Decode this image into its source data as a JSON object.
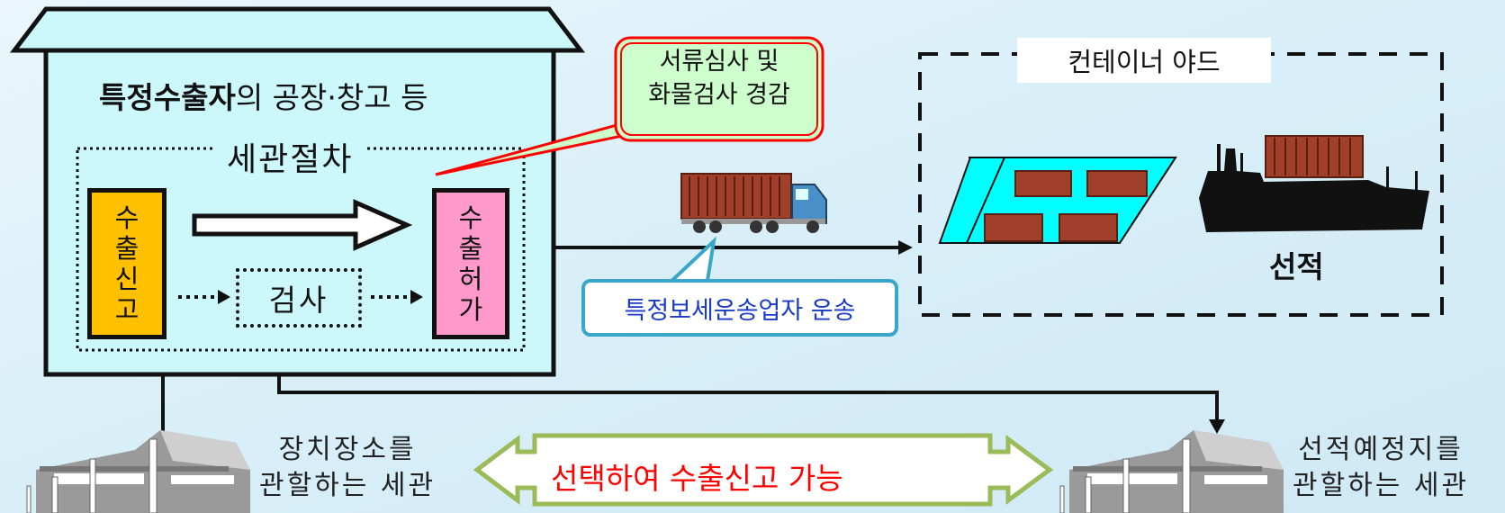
{
  "factory": {
    "title_bold": "특정수출자",
    "title_rest": "의 공장·창고 등"
  },
  "customs_procedure": {
    "label": "세관절차",
    "export_declaration": "수출신고",
    "inspection": "검사",
    "export_permit": "수출허가"
  },
  "callout": {
    "line1": "서류심사 및",
    "line2": "화물검사 경감"
  },
  "transport": {
    "label": "특정보세운송업자 운송"
  },
  "container_yard": {
    "label": "컨테이너 야드",
    "loading_label": "선적"
  },
  "customs_offices": {
    "left_line1": "장치장소를",
    "left_line2": "관할하는 세관",
    "right_line1": "선적예정지를",
    "right_line2": "관할하는 세관"
  },
  "selection": {
    "label": "선택하여 수출신고 가능"
  },
  "colors": {
    "factory_fill": "#ccf7fb",
    "export_declaration": "#ffc000",
    "export_permit": "#ff99cc",
    "callout_fill": "#ccffcc",
    "callout_border": "#ff0000",
    "yard_fill": "#00ffff",
    "container": "#a0402a",
    "selection_arrow": "#9bbb59",
    "selection_text": "#ff0000",
    "carrier_text": "#1a3ac8",
    "carrier_border": "#3aa6c9"
  }
}
